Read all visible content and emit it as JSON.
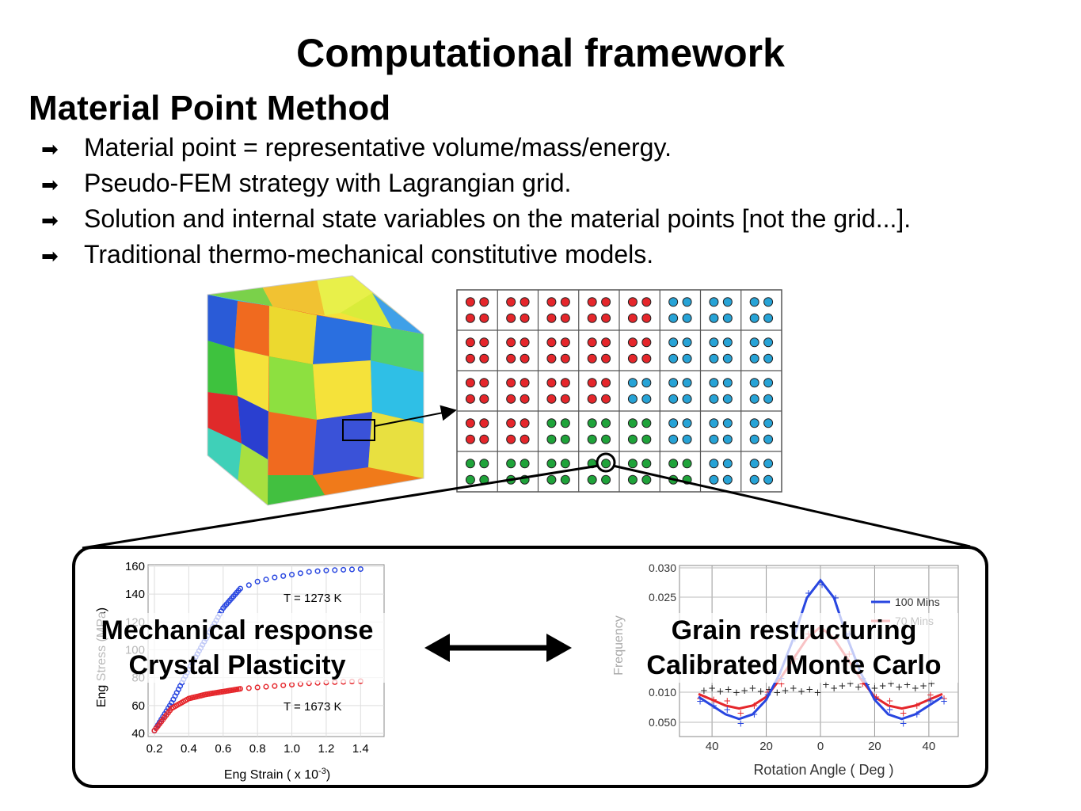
{
  "title": "Computational framework",
  "subtitle": "Material Point Method",
  "bullets": [
    "Material point = representative volume/mass/energy.",
    "Pseudo-FEM strategy with Lagrangian grid.",
    "Solution and internal state variables on the material points [not the grid...].",
    "Traditional thermo-mechanical constitutive models."
  ],
  "bullet_icon": "heavy-right-arrow-icon",
  "colors": {
    "red_point": "#e5262b",
    "green_point": "#1fa33a",
    "blue_point": "#27a3d6"
  },
  "grid": {
    "rows": [
      [
        "R",
        "R",
        "R",
        "R",
        "R",
        "B",
        "B",
        "B"
      ],
      [
        "R",
        "R",
        "R",
        "R",
        "R",
        "B",
        "B",
        "B"
      ],
      [
        "R",
        "R",
        "R",
        "R",
        "B",
        "B",
        "B",
        "B"
      ],
      [
        "R",
        "R",
        "G",
        "G",
        "G",
        "B",
        "B",
        "B"
      ],
      [
        "G",
        "G",
        "G",
        "G",
        "G",
        "G",
        "B",
        "B"
      ]
    ]
  },
  "left_panel": {
    "label_line1": "Mechanical response",
    "label_line2": "Crystal Plasticity",
    "chart_data": {
      "type": "scatter",
      "xlabel": "Eng Strain ( x 10",
      "xlabel_sup": "-3",
      "xlabel_end": ")",
      "ylabel": "Eng Stress (MPa)",
      "xlim": [
        0.2,
        1.5
      ],
      "ylim": [
        40,
        160
      ],
      "x_ticks": [
        "0.2",
        "0.4",
        "0.6",
        "0.8",
        "1.0",
        "1.2",
        "1.4"
      ],
      "y_ticks": [
        "160",
        "140",
        "120",
        "100",
        "80",
        "60",
        "40"
      ],
      "series": [
        {
          "name": "T = 1273 K",
          "color": "#2846e0",
          "x": [
            0.2,
            0.3,
            0.4,
            0.5,
            0.6,
            0.7,
            0.8,
            0.9,
            1.0,
            1.1,
            1.2,
            1.3,
            1.4
          ],
          "y": [
            42,
            62,
            86,
            108,
            130,
            144,
            149,
            152,
            154,
            156,
            157,
            157.5,
            158
          ]
        },
        {
          "name": "T = 1673 K",
          "color": "#e5262b",
          "x": [
            0.2,
            0.3,
            0.4,
            0.5,
            0.6,
            0.7,
            0.8,
            0.9,
            1.0,
            1.1,
            1.2,
            1.3,
            1.4
          ],
          "y": [
            42,
            58,
            65,
            68,
            70,
            72,
            73,
            74,
            75,
            76,
            76.5,
            77,
            77.5
          ]
        }
      ]
    }
  },
  "right_panel": {
    "label_line1": "Grain restructuring",
    "label_line2": "Calibrated Monte Carlo",
    "chart_data": {
      "type": "line",
      "xlabel": "Rotation Angle ( Deg )",
      "ylabel": "Frequency",
      "x_ticks": [
        "40",
        "20",
        "0",
        "20",
        "40"
      ],
      "y_ticks": [
        "0.030",
        "0.025",
        "0.010",
        "0.050"
      ],
      "legend": [
        "100 Mins",
        "70 Mins"
      ],
      "xlim": [
        -45,
        45
      ],
      "series": [
        {
          "name": "100 Mins",
          "color": "#2846e0",
          "x": [
            -45,
            -40,
            -35,
            -30,
            -25,
            -20,
            -15,
            -10,
            -5,
            0,
            5,
            10,
            15,
            20,
            25,
            30,
            35,
            40,
            45
          ],
          "y": [
            0.009,
            0.0075,
            0.006,
            0.0052,
            0.006,
            0.0085,
            0.013,
            0.019,
            0.026,
            0.029,
            0.026,
            0.019,
            0.013,
            0.0085,
            0.006,
            0.0052,
            0.006,
            0.0075,
            0.009
          ]
        },
        {
          "name": "70 Mins",
          "color": "#e5262b",
          "x": [
            -45,
            -40,
            -35,
            -30,
            -25,
            -20,
            -15,
            -10,
            -5,
            0,
            5,
            10,
            15,
            20,
            25,
            30,
            35,
            40,
            45
          ],
          "y": [
            0.0095,
            0.0085,
            0.0075,
            0.007,
            0.0075,
            0.009,
            0.012,
            0.0155,
            0.019,
            0.021,
            0.019,
            0.0155,
            0.012,
            0.009,
            0.0075,
            0.007,
            0.0075,
            0.0085,
            0.0095
          ]
        }
      ]
    }
  }
}
